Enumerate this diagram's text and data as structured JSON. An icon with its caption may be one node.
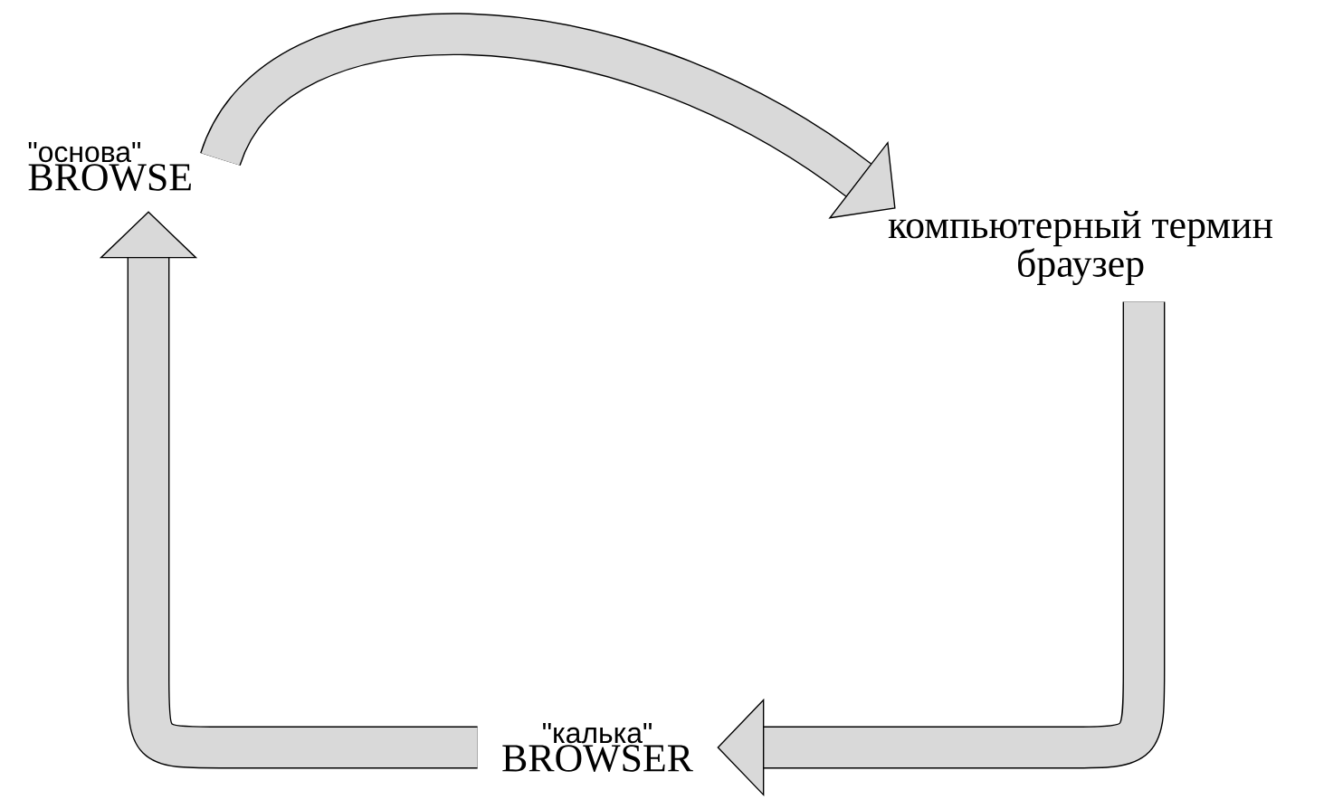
{
  "diagram": {
    "nodes": [
      {
        "text": [
          "\"основа\"",
          "BROWSE"
        ]
      },
      {
        "text": [
          "компьютерный термин браузер"
        ]
      },
      {
        "text": [
          "\"калька\"",
          "BROWSER"
        ]
      }
    ],
    "edges": [
      {
        "from": 0,
        "to": 1,
        "arrow": "to"
      },
      {
        "from": 1,
        "to": 2,
        "arrow": "to"
      },
      {
        "from": 2,
        "to": 0,
        "arrow": "to"
      }
    ]
  }
}
